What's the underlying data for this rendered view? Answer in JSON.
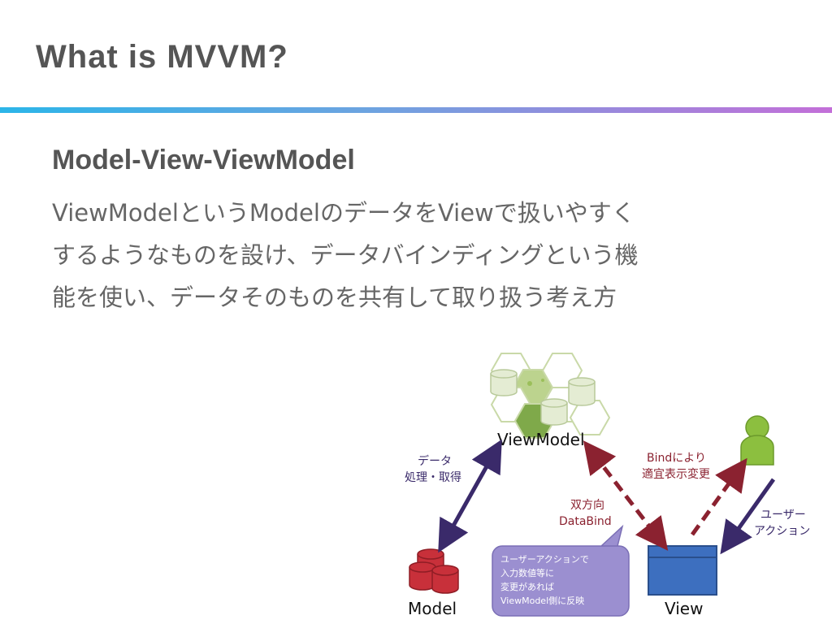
{
  "slide": {
    "title": "What is MVVM?",
    "subtitle": "Model-View-ViewModel",
    "body_lines": [
      "ViewModelというModelのデータをViewで扱いやすく",
      "するようなものを設け、データバインディングという機",
      "能を使い、データそのものを共有して取り扱う考え方"
    ]
  },
  "diagram": {
    "nodes": {
      "viewmodel": "ViewModel",
      "model": "Model",
      "view": "View"
    },
    "labels": {
      "data_line1": "データ",
      "data_line2": "処理・取得",
      "bind_line1": "Bindにより",
      "bind_line2": "適宜表示変更",
      "twoway_line1": "双方向",
      "twoway_line2": "DataBind",
      "user_line1": "ユーザー",
      "user_line2": "アクション"
    },
    "callout_lines": [
      "ユーザーアクションで",
      "入力数値等に",
      "変更があれば",
      "ViewModel側に反映"
    ],
    "colors": {
      "solid_arrow": "#3a2a6a",
      "dashed_arrow": "#8b2230",
      "callout": "#9b8fd0",
      "model_db": "#c8303a",
      "view_window": "#3d6fbf",
      "user": "#8cbf3f",
      "hex_outline": "#c9d9a8"
    }
  }
}
